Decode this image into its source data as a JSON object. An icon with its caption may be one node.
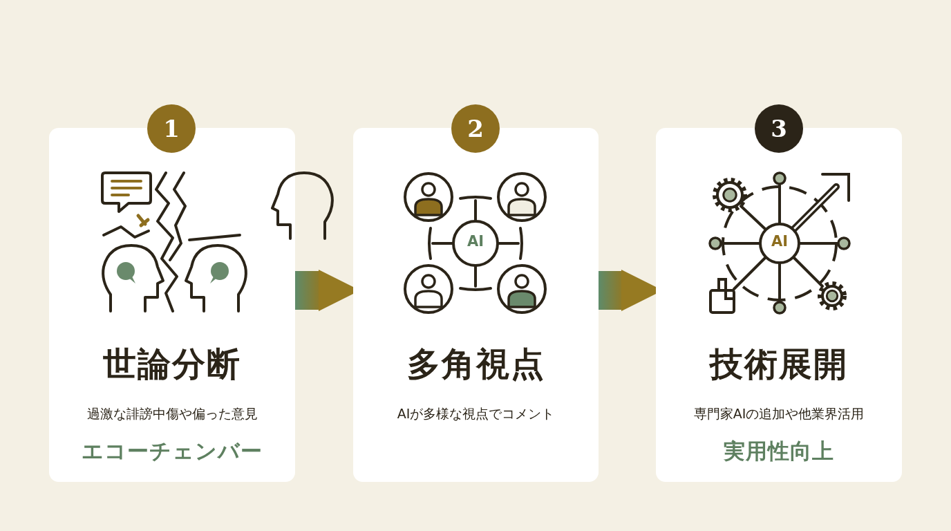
{
  "diagram": {
    "nodes": [
      {
        "text": [
          "1"
        ]
      },
      {
        "text": [
          "世論分断",
          "過激な誹謗中傷や偏った意見",
          "エコーチェンバー"
        ]
      },
      {
        "text": [
          "2"
        ]
      },
      {
        "text": [
          "多角視点",
          "AIが多様な視点でコメント"
        ]
      },
      {
        "text": [
          "3"
        ]
      },
      {
        "text": [
          "技術展開",
          "専門家AIの追加や他業界活用",
          "実用性向上"
        ]
      }
    ],
    "edges": [
      {
        "from": 1,
        "to": 3,
        "arrow": "to"
      },
      {
        "from": 3,
        "to": 5,
        "arrow": "to"
      }
    ],
    "labels": [
      "AI",
      "AI"
    ]
  }
}
